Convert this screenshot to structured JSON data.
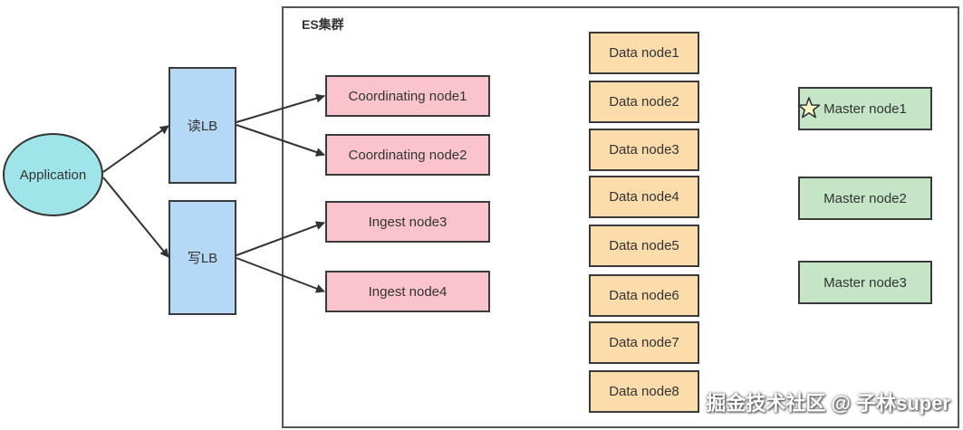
{
  "cluster": {
    "title": "ES集群"
  },
  "application": {
    "label": "Application"
  },
  "load_balancers": [
    {
      "label": "读LB"
    },
    {
      "label": "写LB"
    }
  ],
  "coordinating_nodes": [
    {
      "label": "Coordinating node1"
    },
    {
      "label": "Coordinating node2"
    },
    {
      "label": "Ingest node3"
    },
    {
      "label": "Ingest node4"
    }
  ],
  "data_nodes": [
    {
      "label": "Data node1"
    },
    {
      "label": "Data node2"
    },
    {
      "label": "Data node3"
    },
    {
      "label": "Data node4"
    },
    {
      "label": "Data node5"
    },
    {
      "label": "Data node6"
    },
    {
      "label": "Data node7"
    },
    {
      "label": "Data node8"
    }
  ],
  "master_nodes": [
    {
      "label": "Master node1",
      "elected": true
    },
    {
      "label": "Master node2"
    },
    {
      "label": "Master node3"
    }
  ],
  "watermark": {
    "text": "掘金技术社区 @ 子林super"
  },
  "colors": {
    "application": "#9fe4e8",
    "load_balancer": "#b4d8f5",
    "coordinating_node": "#fbc4cc",
    "data_node": "#fbdcaa",
    "master_node": "#c4e5c6",
    "arrow": "#333333"
  }
}
